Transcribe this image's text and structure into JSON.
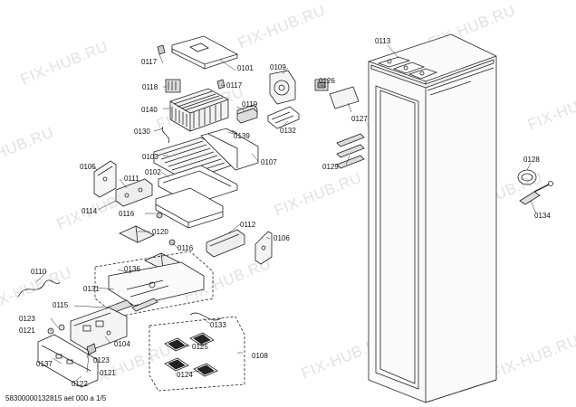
{
  "watermark": "FIX-HUB.RU",
  "footer": "58300000132815 aet 000 a 1/5",
  "callouts": {
    "c0101": "0101",
    "c0102": "0102",
    "c0103": "0103",
    "c0104": "0104",
    "c0105": "0105",
    "c0106": "0106",
    "c0107": "0107",
    "c0108": "0108",
    "c0109": "0109",
    "c0110": "0110",
    "c0111": "0111",
    "c0112": "0112",
    "c0113": "0113",
    "c0114": "0114",
    "c0115": "0115",
    "c0116a": "0116",
    "c0116b": "0116",
    "c0117a": "0117",
    "c0117b": "0117",
    "c0118": "0118",
    "c0119": "0119",
    "c0120": "0120",
    "c0121a": "0121",
    "c0121b": "0121",
    "c0122": "0122",
    "c0123a": "0123",
    "c0123b": "0123",
    "c0124": "0124",
    "c0125": "0125",
    "c0126": "0126",
    "c0127": "0127",
    "c0128": "0128",
    "c0129": "0129",
    "c0130": "0130",
    "c0131": "0131",
    "c0132": "0132",
    "c0133": "0133",
    "c0134": "0134",
    "c0136": "0136",
    "c0137": "0137",
    "c0139": "0139",
    "c0140": "0140"
  }
}
